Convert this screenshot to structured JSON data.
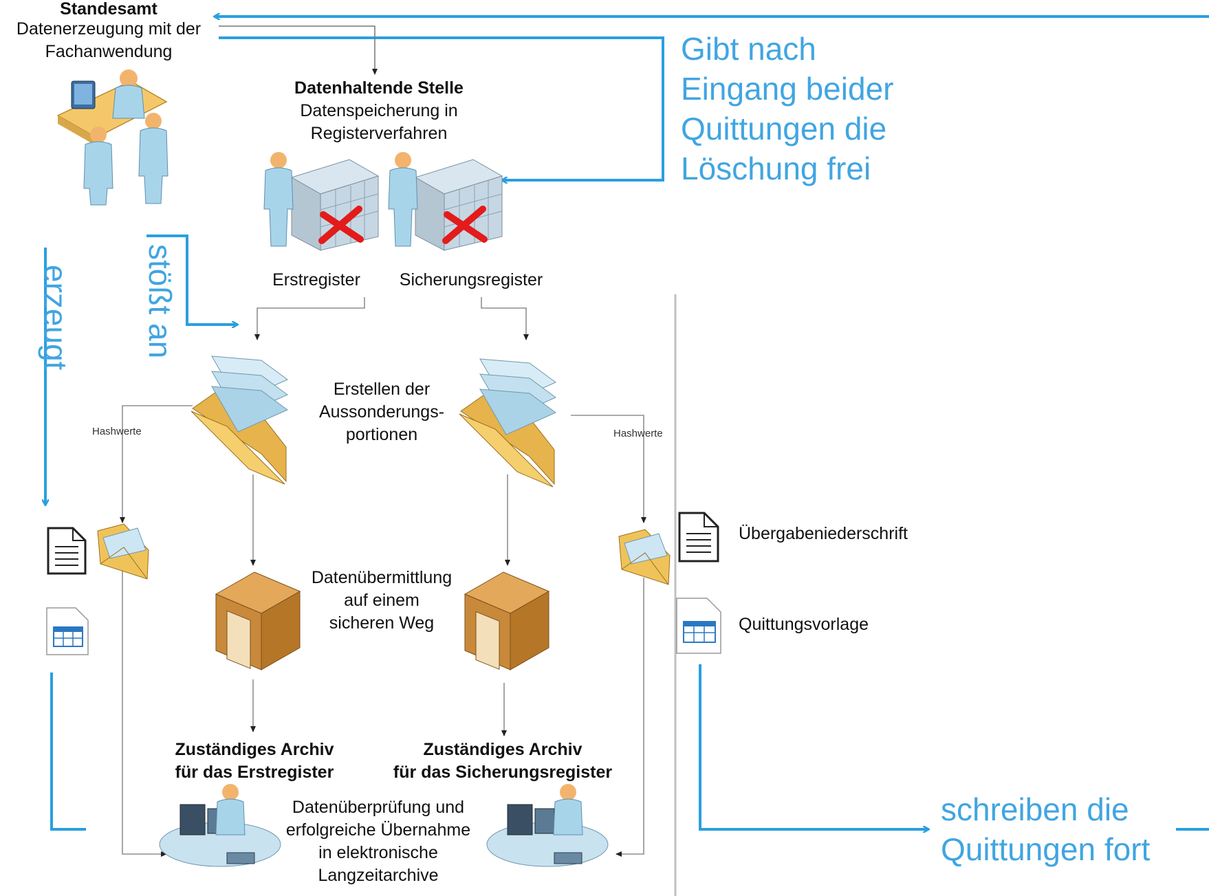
{
  "standesamt": {
    "title": "Standesamt",
    "line1": "Datenerzeugung mit der",
    "line2": "Fachanwendung"
  },
  "datenhaltende": {
    "title": "Datenhaltende Stelle",
    "line1": "Datenspeicherung in",
    "line2": "Registerverfahren"
  },
  "registers": {
    "first": "Erstregister",
    "backup": "Sicherungsregister"
  },
  "actions": {
    "release": [
      "Gibt nach",
      "Eingang beider",
      "Quittungen die",
      "Löschung frei"
    ],
    "creates": "erzeugt",
    "triggers": "stößt an",
    "writes": [
      "schreiben die",
      "Quittungen fort"
    ]
  },
  "steps": {
    "portions": [
      "Erstellen der",
      "Aussonderungs-",
      "portionen"
    ],
    "transfer": [
      "Datenübermittlung",
      "auf einem",
      "sicheren Weg"
    ],
    "verify": [
      "Datenüberprüfung und",
      "erfolgreiche Übernahme",
      "in elektronische",
      "Langzeitarchive"
    ]
  },
  "hash_label": "Hashwerte",
  "archives": {
    "first": [
      "Zuständiges Archiv",
      "für das Erstregister"
    ],
    "backup": [
      "Zuständiges Archiv",
      "für das Sicherungsregister"
    ]
  },
  "legend": {
    "protocol": "Übergabeniederschrift",
    "receipt": "Quittungsvorlage"
  },
  "colors": {
    "accent": "#41a5e1",
    "line": "#8f8f8f",
    "folder": "#f0c35a",
    "box": "#c9893a",
    "figure": "#a8d4ea",
    "delete_mark": "#e31b1b"
  }
}
